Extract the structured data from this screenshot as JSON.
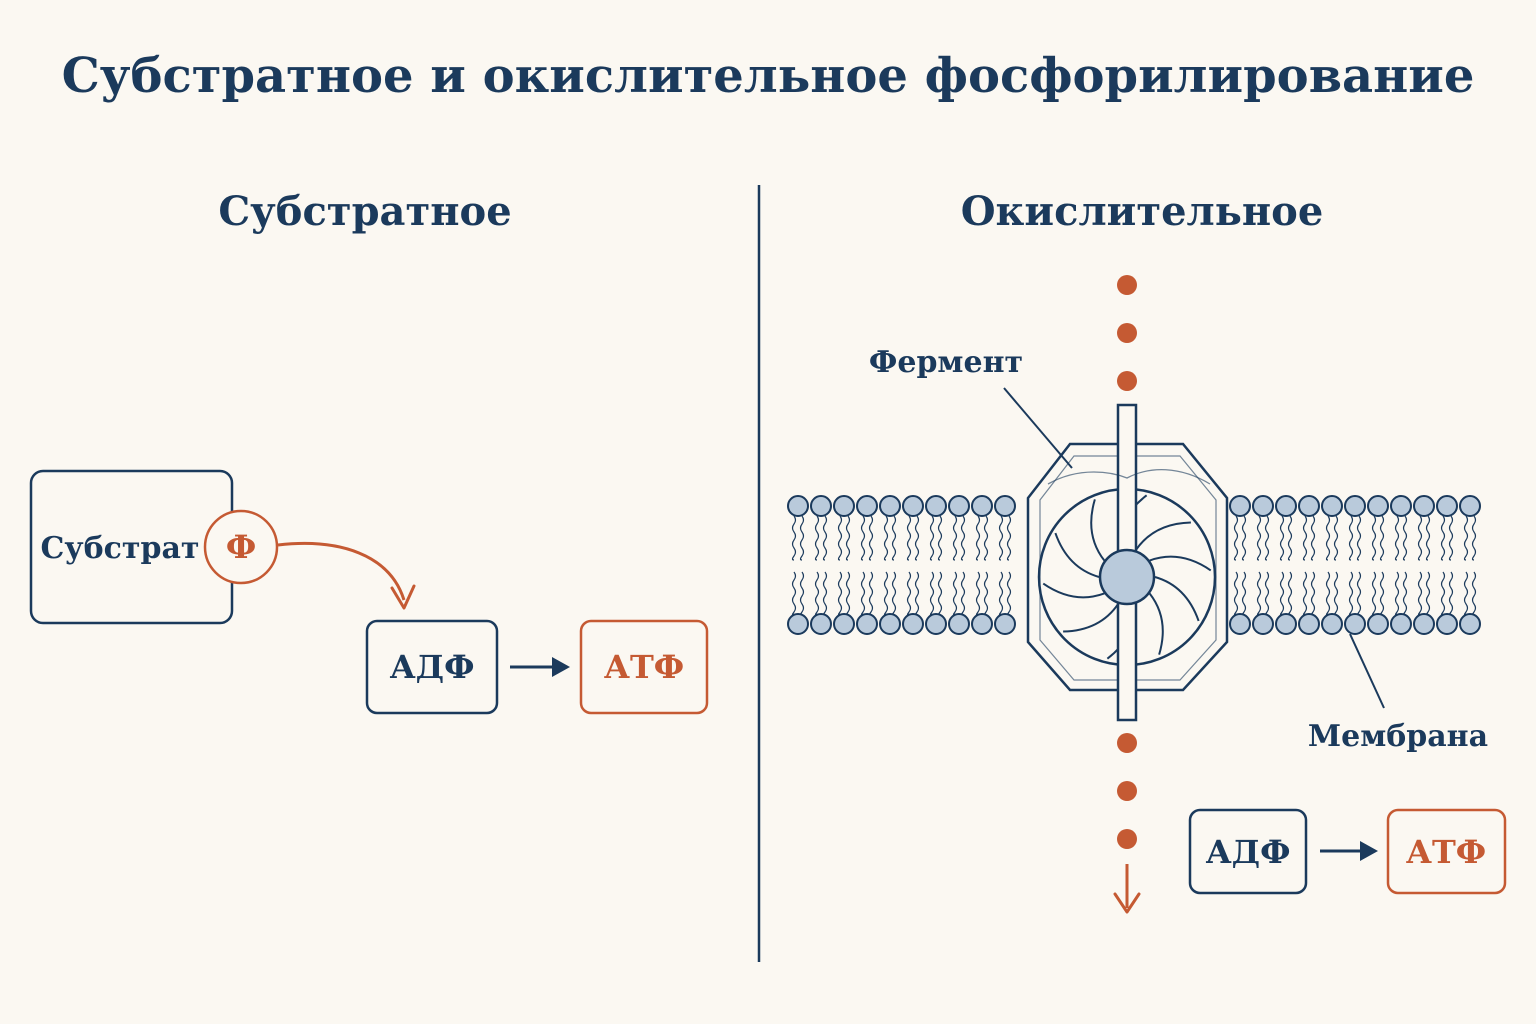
{
  "title": "Субстратное и окислительное фосфорилирование",
  "left": {
    "heading": "Субстратное",
    "substrate_label": "Субстрат",
    "phosphate_label": "Ф",
    "adp_label": "АДФ",
    "atp_label": "АТФ"
  },
  "right": {
    "heading": "Окислительное",
    "enzyme_label": "Фермент",
    "membrane_label": "Мембрана",
    "adp_label": "АДФ",
    "atp_label": "АТФ"
  },
  "colors": {
    "navy": "#1b3a5c",
    "orange": "#c55a33",
    "membrane_head_fill": "#b9cadb",
    "background": "#fbf8f2"
  }
}
